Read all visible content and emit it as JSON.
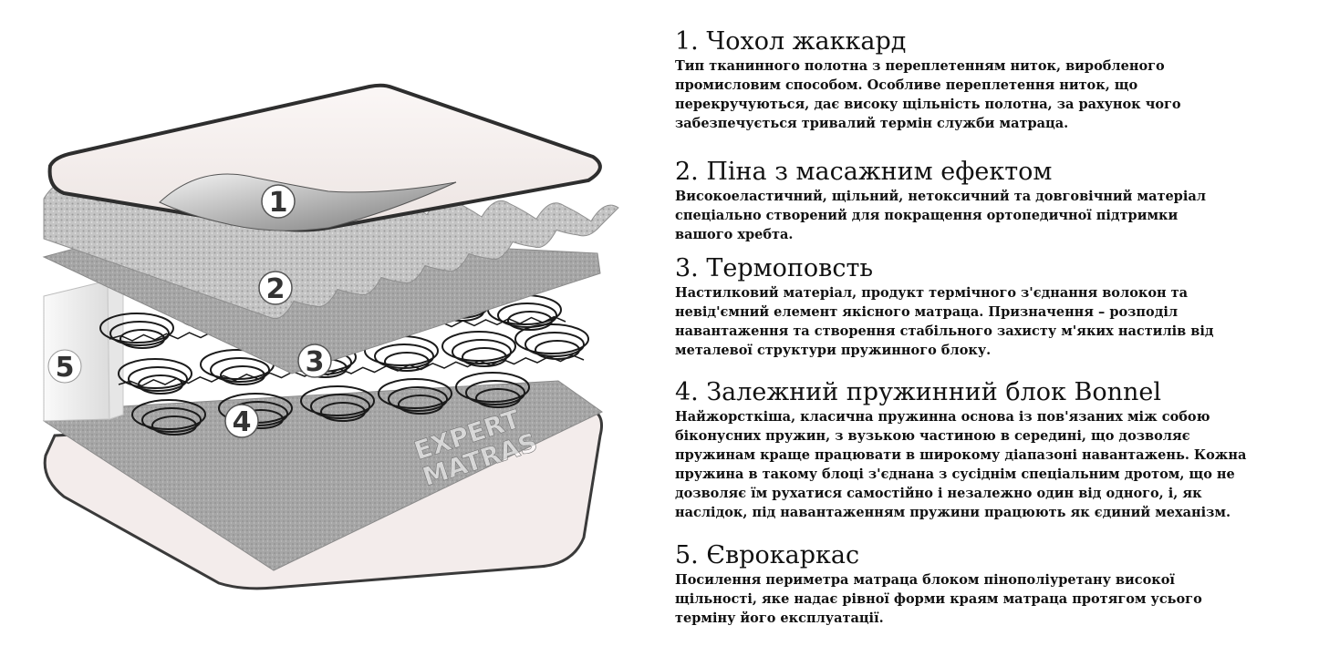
{
  "diagram": {
    "badges": [
      {
        "number": "1"
      },
      {
        "number": "2"
      },
      {
        "number": "3"
      },
      {
        "number": "4"
      },
      {
        "number": "5"
      }
    ],
    "watermark": [
      "EXPERT",
      "MATRAS"
    ],
    "colors": {
      "cover": "#f5efee",
      "cover_edge": "#3a3a3a",
      "foam": "#b9b9b9",
      "felt": "#9e9e9e",
      "spring": "#1a1a1a",
      "badge_fill": "#ffffff",
      "badge_text": "#333333"
    }
  },
  "sections": [
    {
      "title": "1. Чохол жаккард",
      "lines": [
        "Тип тканинного полотна з переплетенням ниток, виробленого",
        "промисловим способом. Особливе переплетення ниток, що",
        "перекручуються, дає високу щільність полотна, за рахунок чого",
        "забезпечується тривалий термін служби матраца."
      ]
    },
    {
      "title": "2. Піна з масажним ефектом",
      "lines": [
        "Високоеластичний, щільний, нетоксичний та довговічний матеріал",
        "спеціально створений для покращення ортопедичної підтримки",
        "вашого хребта."
      ]
    },
    {
      "title": "3. Термоповсть",
      "lines": [
        "Настилковий матеріал, продукт термічного з'єднання волокон та",
        "невід'ємний елемент якісного матраца. Призначення – розподіл",
        "навантаження та створення стабільного захисту м'яких настилів від",
        "металевої структури пружинного блоку."
      ]
    },
    {
      "title": "4. Залежний пружинний блок Bonnel",
      "lines": [
        "Найжорсткіша, класична пружинна основа із пов'язаних між собою",
        "біконусних пружин, з вузькою частиною в середині, що дозволяє",
        "пружинам краще працювати в широкому діапазоні навантажень. Кожна",
        "пружина в такому блоці з'єднана з сусіднім спеціальним дротом, що не",
        "дозволяє їм рухатися самостійно і незалежно один від одного, і, як",
        "наслідок, під навантаженням пружини працюють як єдиний механізм."
      ]
    },
    {
      "title": "5. Єврокаркас",
      "lines": [
        "Посилення периметра матраца блоком пінополіуретану високої",
        "щільності, яке надає рівної форми краям матраца протягом усього",
        "терміну його експлуатації."
      ]
    }
  ]
}
